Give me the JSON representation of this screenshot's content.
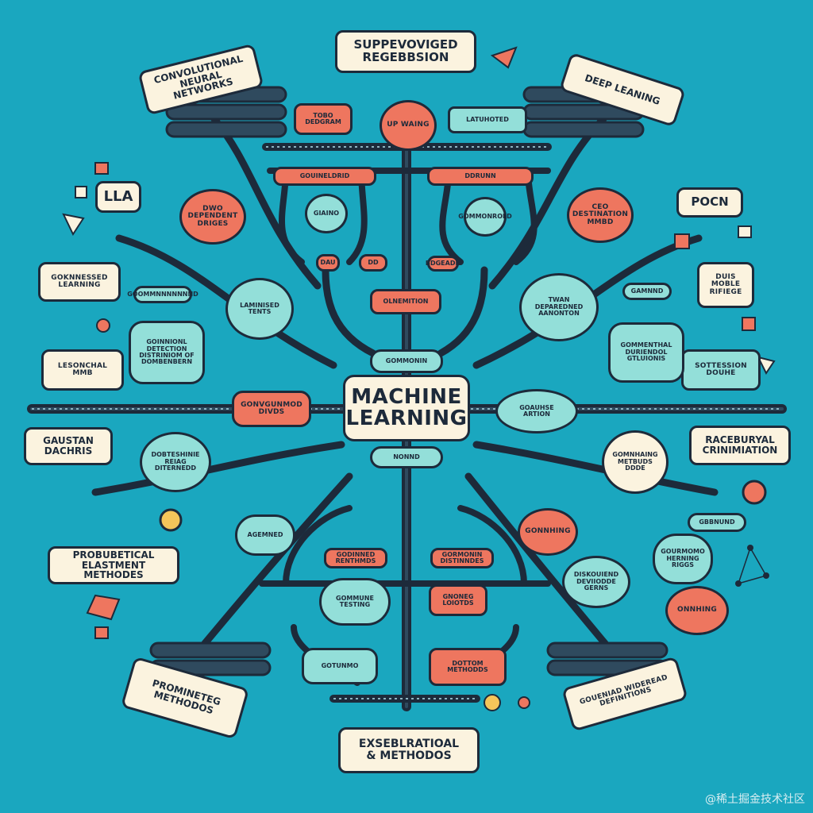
{
  "center": "MACHINE\nLEARNING",
  "watermark": "@稀土掘金技术社区",
  "nodes": {
    "supervised": "SUPPEVOVIGED\nREGEBBSION",
    "deep_learning": "DEEP LEANING",
    "convolution": "CONVOLUTIONAL\nNEURAL NETWORKS",
    "lla": "LLA",
    "pocn": "POCN",
    "gaustan": "GAUSTAN\nDACHRIS",
    "raceburyal": "RACEBURYAL\nCRINIMIATION",
    "probabilistical": "PROBUBETICAL\nELASTMENT METHODES",
    "prominetic": "PROMINETEG\nMETHODOS",
    "exseblratioal": "EXSEBLRATIOAL\n& METHODOS",
    "goueniad": "GOUENIAD WIDEREAD\nDEFINITIONS",
    "goknnessed": "GOKNNESSED\nLEARNING",
    "lesonchal": "LESONCHAL\nMMB",
    "dus_mobile": "DUIS\nMOBLE\nRIFIEGE",
    "sottession": "SOTTESSION\nDOUHE",
    "dwo_dependent": "DWO\nDEPENDENT\nDRIGES",
    "ceo": "CEO\nDESTINATION\nMMBD",
    "tobo": "TOBO\nDEDGRAM",
    "up_waing": "UP WAING",
    "latuhoted": "LATUHOTED",
    "laminised": "LAMINISED\nTENTS",
    "twan": "TWAN\nDEPAREDNED\nAANONTON",
    "goinnion": "GOINNIONL\nDETECTION\nDISTRINIOM OF\nDOMBENBERN",
    "gommenthal": "GOMMENTHAL\nDURIENDOL\nGTLUIONIS",
    "goauhse": "GOAUHSE\nARTION",
    "gonvgunmod": "GONVGUNMOD\nDIVDS",
    "dobteshinie": "DOBTESHINIE\nREIAG\nDITERNEDD",
    "gomnhaing": "GOMNHAING\nMETBUDS\nDDDE",
    "gonnhing": "GONNHING",
    "onnhing": "ONNHING",
    "olnemition": "OLNEMITION",
    "gommune": "GOMMUNE\nTESTING",
    "gnoneg": "GNONEG\nLOIOTDS",
    "gourmomo": "GOURMOMO\nHERNING\nRIGGS",
    "diskouiend": "DISKOUIEND\nDEVIIODDE\nGERNS",
    "godinned": "GODINNED\nRENTHMDS",
    "gormonin": "GORMONIN\nDISTINNDES",
    "bottom_methods": "DOTTOM\nMETHODDS",
    "gouineldrid": "GOUINELDRID",
    "ddrunn": "DDRUNN",
    "goommnnnnnnnd": "GOOMMNNNNNNND",
    "gotunmo": "GOTUNMO",
    "gommonrold": "GOMMONROLD",
    "gamnnd": "GAMNND",
    "giaino": "GIAINO",
    "dau": "DAU",
    "dd": "DD",
    "bdgeadn": "BDGEADN",
    "gommonin": "GOMMONIN",
    "nonnd": "NONND",
    "agemned": "AGEMNED",
    "gbbnund": "GBBNUND"
  },
  "colors": {
    "background": "#1aa7bf",
    "cream": "#fbf3df",
    "aqua": "#93dfd9",
    "coral": "#ee765f",
    "ink": "#1d2a3a"
  }
}
